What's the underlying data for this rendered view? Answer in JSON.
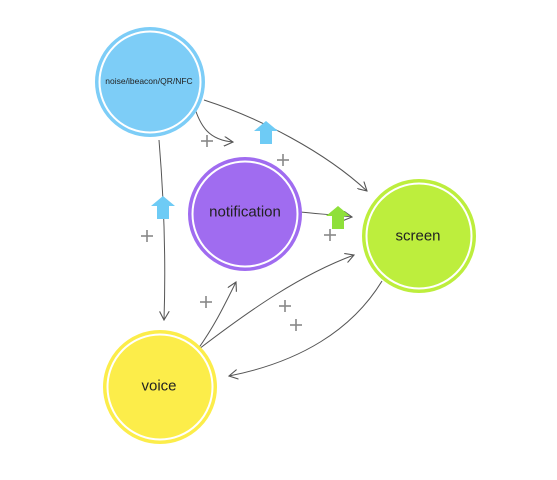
{
  "nodes": {
    "sensors": {
      "label": "noise/ibeacon/QR/NFC",
      "color": "#7dcdf7"
    },
    "notification": {
      "label": "notification",
      "color": "#a06cf0"
    },
    "screen": {
      "label": "screen",
      "color": "#bdee3d"
    },
    "voice": {
      "label": "voice",
      "color": "#fced4a"
    }
  },
  "edges": [
    {
      "from": "noise/ibeacon/QR/NFC",
      "to": "notification",
      "sign": "+"
    },
    {
      "from": "noise/ibeacon/QR/NFC",
      "to": "screen",
      "sign": "+"
    },
    {
      "from": "noise/ibeacon/QR/NFC",
      "to": "voice",
      "sign": "+"
    },
    {
      "from": "notification",
      "to": "screen",
      "sign": "+"
    },
    {
      "from": "voice",
      "to": "notification",
      "sign": "+"
    },
    {
      "from": "voice",
      "to": "screen",
      "sign": "+"
    },
    {
      "from": "screen",
      "to": "voice",
      "sign": "+"
    }
  ],
  "colors": {
    "up_arrow_blue": "#6ecbf5",
    "up_arrow_green": "#8fe03a",
    "edge": "#555555",
    "plus_sign": "#888888"
  },
  "icons": [
    "up-arrow-icon",
    "plus-icon"
  ]
}
